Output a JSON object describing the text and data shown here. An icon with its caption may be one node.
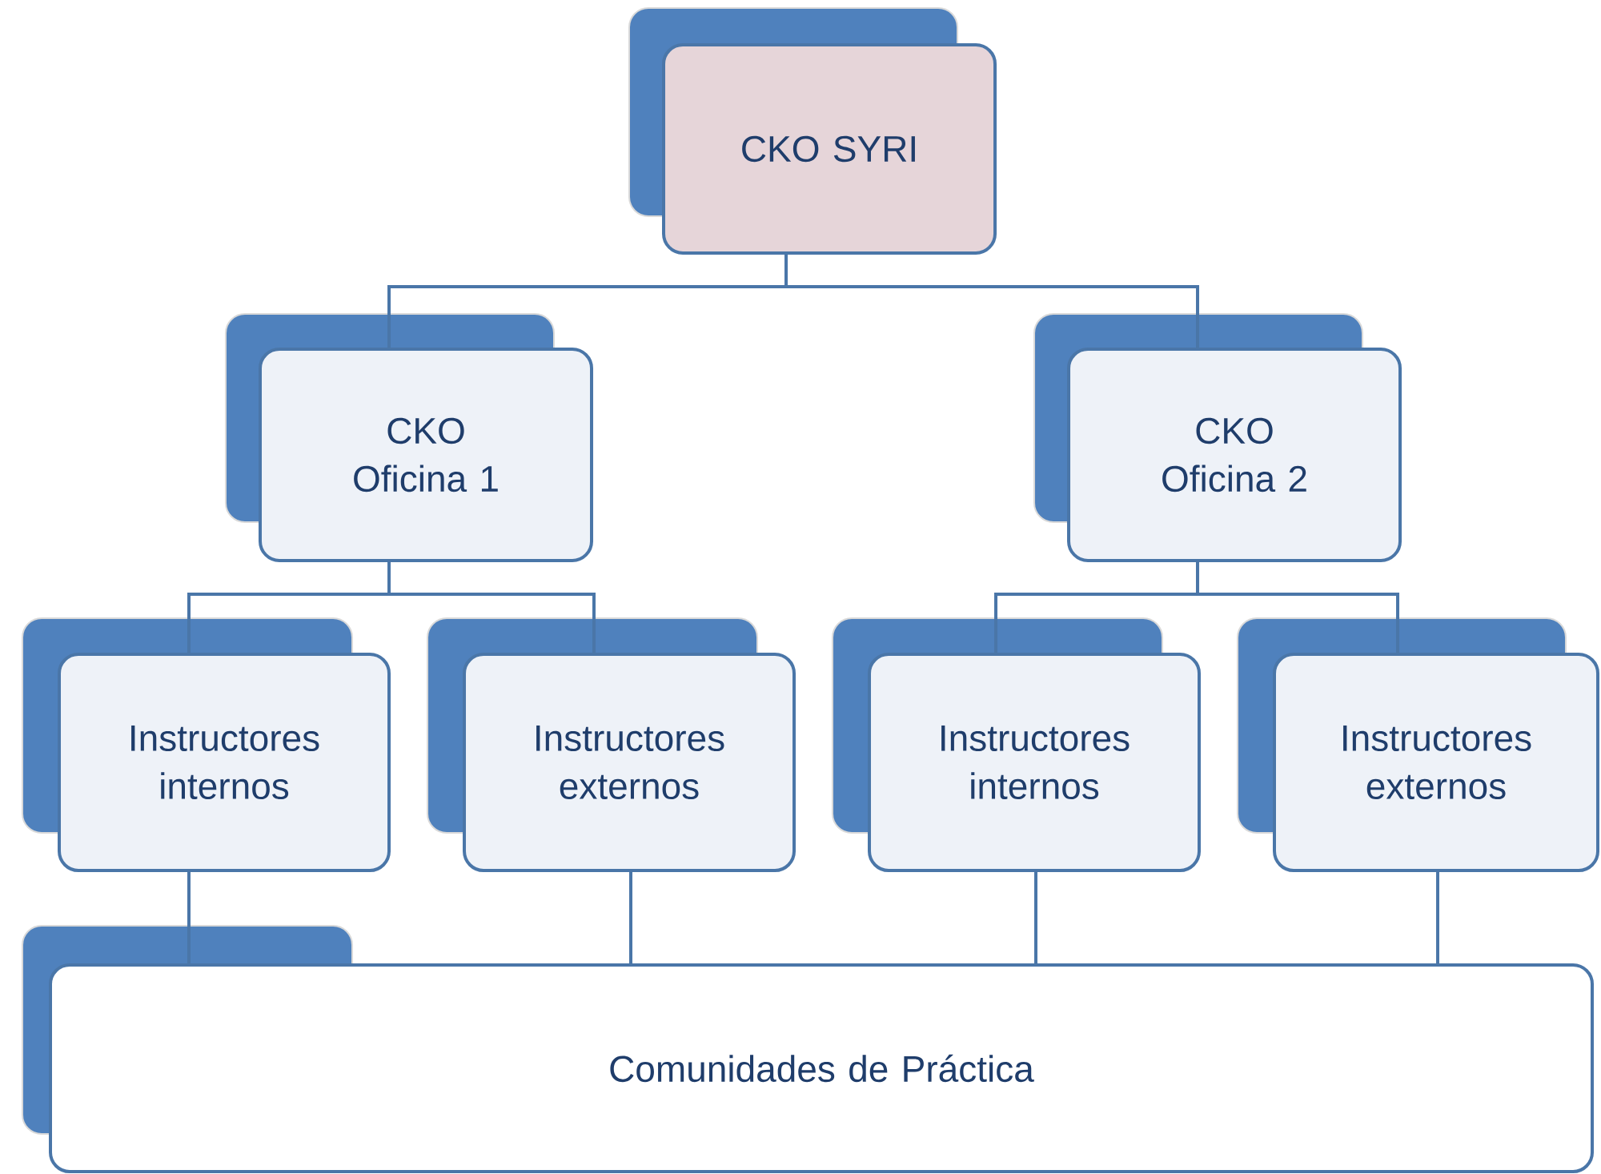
{
  "diagram": {
    "nodes": [
      {
        "text": [
          "CKO SYRI"
        ]
      },
      {
        "text": [
          "CKO Oficina 1"
        ]
      },
      {
        "text": [
          "CKO Oficina 2"
        ]
      },
      {
        "text": [
          "Instructores internos"
        ]
      },
      {
        "text": [
          "Instructores externos"
        ]
      },
      {
        "text": [
          "Instructores internos"
        ]
      },
      {
        "text": [
          "Instructores externos"
        ]
      },
      {
        "text": [
          "Comunidades de Práctica"
        ]
      }
    ],
    "edges": [
      {
        "from": 0,
        "to": 1,
        "arrow": "none"
      },
      {
        "from": 0,
        "to": 2,
        "arrow": "none"
      },
      {
        "from": 1,
        "to": 3,
        "arrow": "none"
      },
      {
        "from": 1,
        "to": 4,
        "arrow": "none"
      },
      {
        "from": 2,
        "to": 5,
        "arrow": "none"
      },
      {
        "from": 2,
        "to": 6,
        "arrow": "none"
      },
      {
        "from": 3,
        "to": 7,
        "arrow": "none"
      },
      {
        "from": 4,
        "to": 7,
        "arrow": "none"
      },
      {
        "from": 5,
        "to": 7,
        "arrow": "none"
      },
      {
        "from": 6,
        "to": 7,
        "arrow": "none"
      }
    ]
  }
}
